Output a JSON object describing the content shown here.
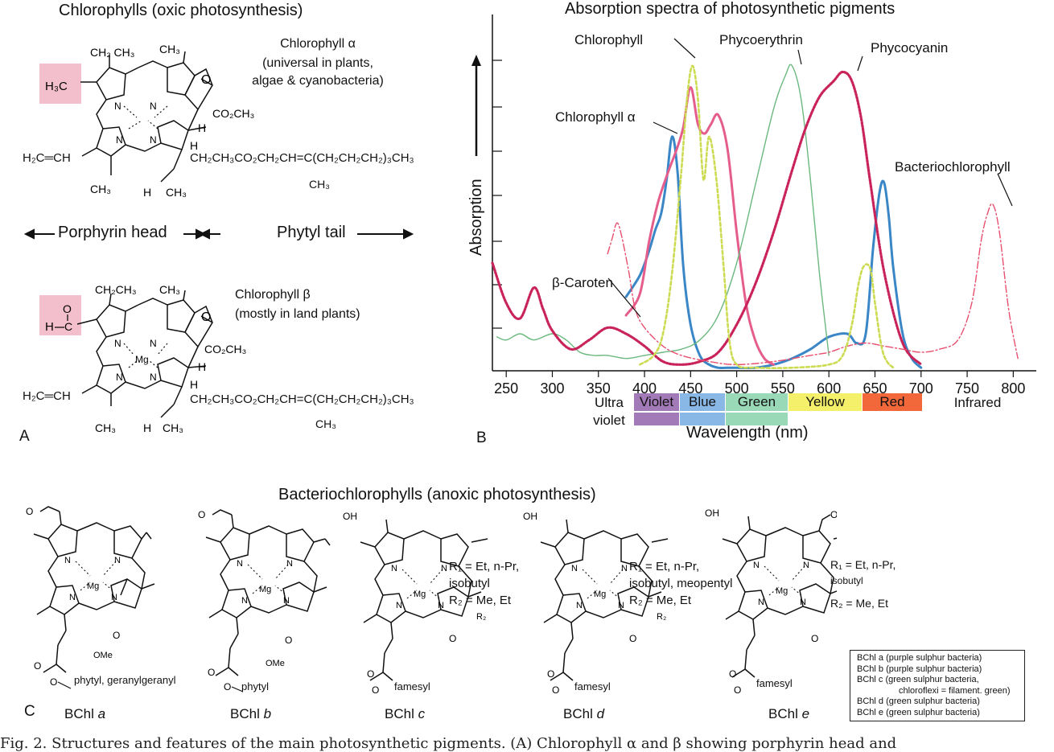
{
  "panel_a": {
    "title": "Chlorophylls (oxic photosynthesis)",
    "chl_a_label": "Chlorophyll α",
    "chl_a_desc_1": "(universal in plants,",
    "chl_a_desc_2": "algae & cyanobacteria)",
    "chl_b_label": "Chlorophyll β",
    "chl_b_desc": "(mostly in land plants)",
    "porphyrin_head": "Porphyrin head",
    "phytyl_tail": "Phytyl tail",
    "tail_formula": "CH₂CH₃CO₂CH₂CH=C(CH₂CH₂CH₂)₃CH₃",
    "tail_methyl": "CH₃",
    "vinyl": "H₂C═CH",
    "ester": "CO₂CH₃",
    "letter": "A"
  },
  "panel_b": {
    "letter": "B",
    "title": "Absorption spectra of photosynthetic pigments",
    "bands": [
      {
        "label": "Ultra violet",
        "color": ""
      },
      {
        "label": "Violet",
        "color": "#a37ab8"
      },
      {
        "label": "Blue",
        "color": "#8ab8e6"
      },
      {
        "label": "Green",
        "color": "#99d9b8"
      },
      {
        "label": "Yellow",
        "color": "#f5f06a"
      },
      {
        "label": "Red",
        "color": "#f2683a"
      },
      {
        "label": "Infrared",
        "color": ""
      }
    ]
  },
  "chart_data": {
    "type": "line",
    "title": "Absorption spectra of photosynthetic pigments",
    "xlabel": "Wavelength (nm)",
    "ylabel": "Absorption",
    "xlim": [
      235,
      825
    ],
    "ylim": [
      0,
      1
    ],
    "xticks": [
      250,
      300,
      350,
      400,
      450,
      500,
      550,
      600,
      650,
      700,
      750,
      800
    ],
    "grid": false,
    "series": [
      {
        "name": "Chlorophyll α",
        "color": "#3a86c6",
        "style": "solid",
        "x": [
          380,
          395,
          405,
          412,
          418,
          424,
          430,
          436,
          442,
          450,
          460,
          470,
          480,
          490,
          500,
          520,
          540,
          560,
          580,
          600,
          620,
          630,
          640,
          648,
          655,
          660,
          665,
          670,
          680,
          690,
          700
        ],
        "y": [
          0.24,
          0.31,
          0.39,
          0.46,
          0.51,
          0.62,
          0.76,
          0.64,
          0.34,
          0.15,
          0.05,
          0.02,
          0.01,
          0.01,
          0.01,
          0.01,
          0.02,
          0.04,
          0.07,
          0.11,
          0.12,
          0.09,
          0.12,
          0.4,
          0.58,
          0.61,
          0.5,
          0.33,
          0.12,
          0.04,
          0.01
        ]
      },
      {
        "name": "Chlorophyll",
        "color": "#e55d8c",
        "style": "solid",
        "x": [
          380,
          395,
          405,
          415,
          425,
          435,
          442,
          450,
          458,
          465,
          472,
          480,
          490,
          500,
          510,
          520,
          530,
          540
        ],
        "y": [
          0.18,
          0.25,
          0.42,
          0.55,
          0.64,
          0.72,
          0.79,
          0.92,
          0.8,
          0.77,
          0.8,
          0.83,
          0.72,
          0.45,
          0.22,
          0.1,
          0.04,
          0.02
        ]
      },
      {
        "name": "Phycoerythrin",
        "color": "#6cb87f",
        "style": "solid",
        "x": [
          240,
          250,
          265,
          280,
          300,
          315,
          330,
          345,
          360,
          380,
          400,
          420,
          440,
          460,
          480,
          500,
          520,
          540,
          553,
          560,
          570,
          580,
          590,
          600
        ],
        "y": [
          0.11,
          0.1,
          0.12,
          0.1,
          0.12,
          0.1,
          0.06,
          0.05,
          0.05,
          0.04,
          0.05,
          0.06,
          0.07,
          0.1,
          0.18,
          0.35,
          0.6,
          0.85,
          0.96,
          0.99,
          0.88,
          0.62,
          0.31,
          0.05
        ]
      },
      {
        "name": "Phycocyanin",
        "color": "#c9245a",
        "style": "dotted",
        "x": [
          235,
          250,
          265,
          280,
          290,
          300,
          320,
          340,
          360,
          380,
          400,
          420,
          440,
          460,
          480,
          500,
          520,
          540,
          560,
          575,
          590,
          605,
          615,
          625,
          635,
          645,
          660,
          680,
          700
        ],
        "y": [
          0.35,
          0.22,
          0.17,
          0.27,
          0.2,
          0.13,
          0.07,
          0.1,
          0.14,
          0.12,
          0.08,
          0.03,
          0.02,
          0.03,
          0.06,
          0.15,
          0.28,
          0.45,
          0.65,
          0.79,
          0.89,
          0.94,
          0.97,
          0.94,
          0.82,
          0.61,
          0.32,
          0.09,
          0.02
        ]
      },
      {
        "name": "Bacteriochlorophyll",
        "color": "#e84f6f",
        "style": "dashdot",
        "x": [
          360,
          365,
          370,
          375,
          383,
          390,
          400,
          420,
          440,
          470,
          500,
          540,
          580,
          600,
          620,
          640,
          660,
          680,
          700,
          720,
          740,
          755,
          765,
          772,
          778,
          785,
          795,
          805
        ],
        "y": [
          0.38,
          0.43,
          0.48,
          0.44,
          0.32,
          0.2,
          0.14,
          0.08,
          0.05,
          0.03,
          0.02,
          0.03,
          0.05,
          0.06,
          0.08,
          0.09,
          0.08,
          0.07,
          0.06,
          0.07,
          0.1,
          0.22,
          0.42,
          0.51,
          0.54,
          0.45,
          0.2,
          0.04
        ]
      },
      {
        "name": "β-Caroten",
        "color": "#ccdb52",
        "style": "dashed",
        "x": [
          395,
          410,
          420,
          430,
          440,
          446,
          452,
          458,
          464,
          470,
          478,
          486,
          492,
          500,
          520,
          560,
          600,
          615,
          625,
          632,
          638,
          645,
          650,
          657,
          663,
          670
        ],
        "y": [
          0.02,
          0.05,
          0.12,
          0.32,
          0.65,
          0.88,
          0.99,
          0.88,
          0.62,
          0.76,
          0.62,
          0.33,
          0.1,
          0.02,
          0.01,
          0.01,
          0.02,
          0.05,
          0.15,
          0.28,
          0.34,
          0.33,
          0.22,
          0.08,
          0.03,
          0.01
        ]
      }
    ]
  },
  "panel_c": {
    "title": "Bacteriochlorophylls (anoxic photosynthesis)",
    "letter": "C",
    "molecules": [
      {
        "prefix": "BChl ",
        "suffix": "a",
        "tail": "phytyl, geranylgeranyl"
      },
      {
        "prefix": "BChl ",
        "suffix": "b",
        "tail": "phytyl"
      },
      {
        "prefix": "BChl ",
        "suffix": "c",
        "tail": "famesyl",
        "r1": "R₁ = Et, n-Pr,",
        "r1b": "isobutyl",
        "r2": "R₂ = Me, Et"
      },
      {
        "prefix": "BChl ",
        "suffix": "d",
        "tail": "famesyl",
        "r1": "R₁ = Et, n-Pr,",
        "r1b": "isobutyl, meopentyl",
        "r2": "R₂ = Me, Et"
      },
      {
        "prefix": "BChl ",
        "suffix": "e",
        "tail": "famesyl",
        "r1": "R₁ = Et, n-Pr,",
        "r1b": "isobutyl",
        "r2": "R₂ = Me, Et"
      }
    ],
    "legend": [
      "BChl a (purple sulphur bacteria)",
      "BChl b (purple sulphur bacteria)",
      "BChl c (green sulphur bacteria,",
      "chloroflexi = filament. green)",
      "BChl d (green sulphur bacteria)",
      "BChl e (green sulphur bacteria)"
    ]
  },
  "caption": "Fig. 2.  Structures and features of the main photosynthetic pigments. (A) Chlorophyll α and β showing porphyrin head and"
}
